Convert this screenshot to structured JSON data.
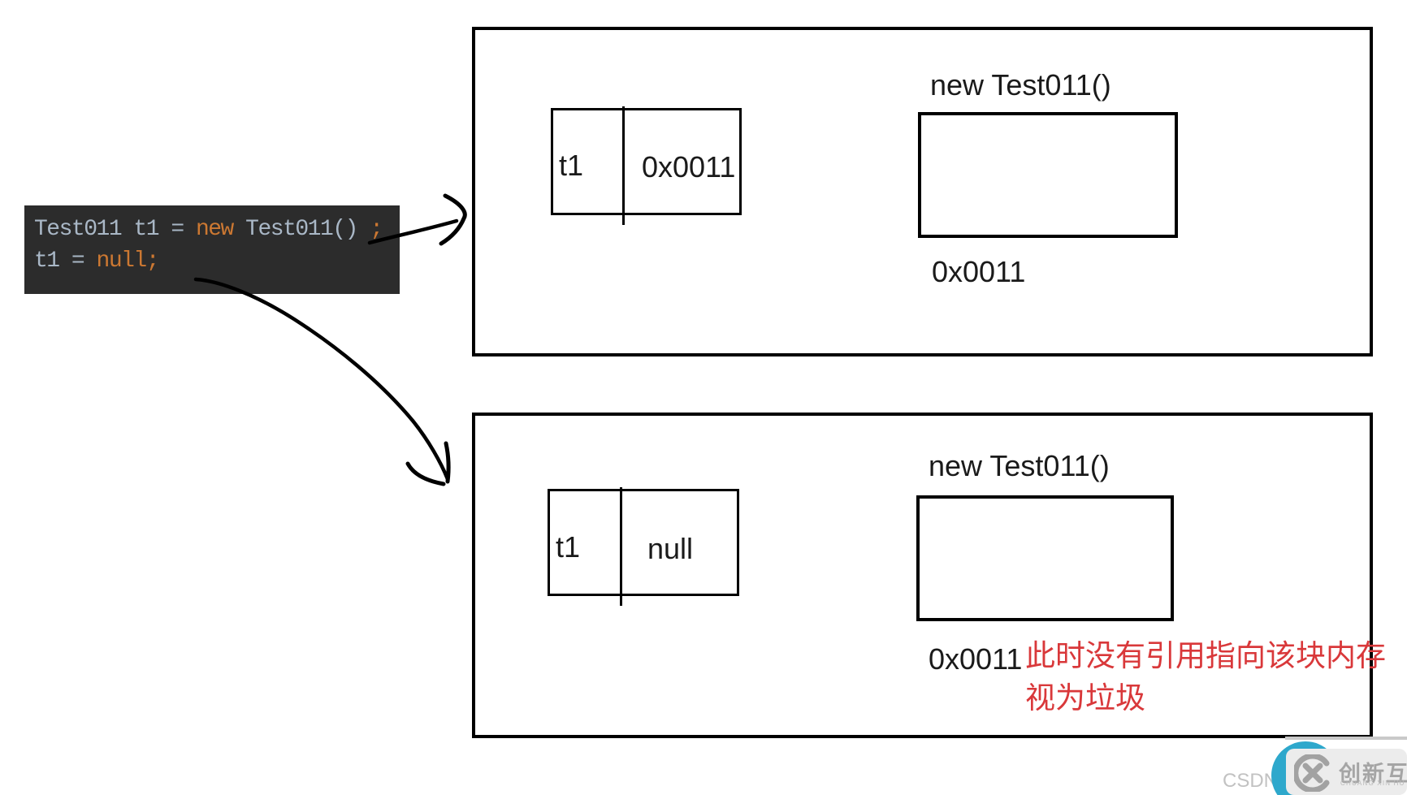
{
  "colors": {
    "code_background": "#2c2c2c",
    "code_foreground": "#a9b7c6",
    "code_keyword": "#cc7832",
    "line_color": "#000000",
    "note_red": "#d9383a",
    "watermark_gray": "#c2c2c2",
    "avatar_teal": "#2ea8cc"
  },
  "code_panel": {
    "line1": {
      "seg1": "Test011 t1 = ",
      "keyword": "new",
      "seg2": " Test011()",
      "semicolon": " ;"
    },
    "line2": {
      "seg1": "t1 = ",
      "keyword": "null;"
    }
  },
  "top_frame": {
    "stack_var_name": "t1",
    "stack_var_value": "0x0011",
    "heap_label": "new Test011()",
    "heap_address": "0x0011"
  },
  "bottom_frame": {
    "stack_var_name": "t1",
    "stack_var_value": "null",
    "heap_label": "new Test011()",
    "heap_address": "0x0011",
    "note_line1": "此时没有引用指向该块内存",
    "note_line2": "视为垃圾"
  },
  "watermark": {
    "csdn_text": "CSDN @",
    "brand_name": "创新互联",
    "brand_subtext": "CHUANG XIN HU LIAN"
  }
}
